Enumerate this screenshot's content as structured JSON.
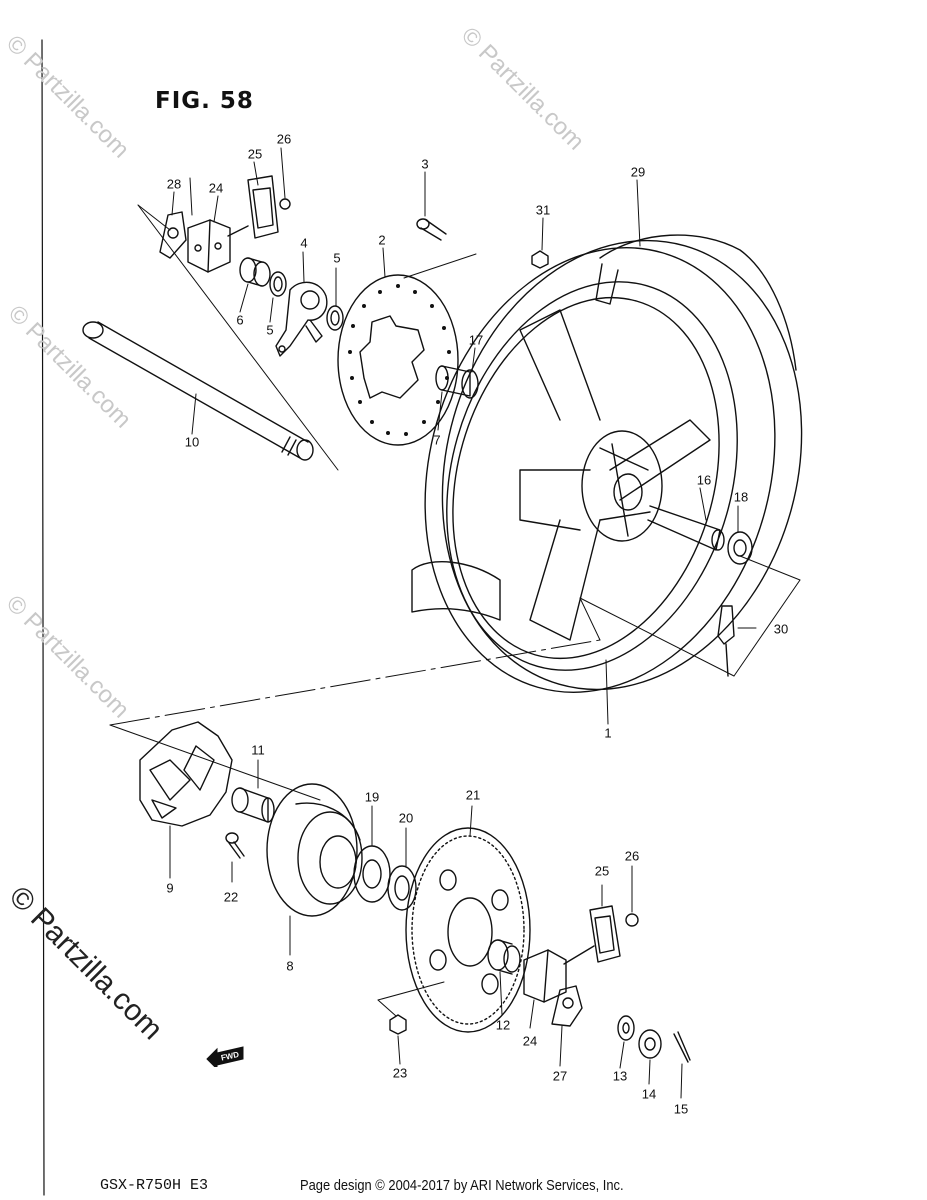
{
  "figure": {
    "title": "FIG. 58"
  },
  "callouts": {
    "c1": "1",
    "c2": "2",
    "c3": "3",
    "c4": "4",
    "c5a": "5",
    "c5b": "5",
    "c6": "6",
    "c7": "7",
    "c8": "8",
    "c9": "9",
    "c10": "10",
    "c11": "11",
    "c12": "12",
    "c13": "13",
    "c14": "14",
    "c15": "15",
    "c16": "16",
    "c17": "17",
    "c18": "18",
    "c19": "19",
    "c20": "20",
    "c21": "21",
    "c22": "22",
    "c23": "23",
    "c24a": "24",
    "c24b": "24",
    "c25a": "25",
    "c25b": "25",
    "c26a": "26",
    "c26b": "26",
    "c27": "27",
    "c28": "28",
    "c29": "29",
    "c30": "30",
    "c31": "31"
  },
  "fwd_label": "FWD",
  "footer": {
    "model": "GSX-R750H E3",
    "credit": "Page design © 2004-2017 by ARI Network Services, Inc."
  },
  "watermark": {
    "text": "© Partzilla.com"
  }
}
